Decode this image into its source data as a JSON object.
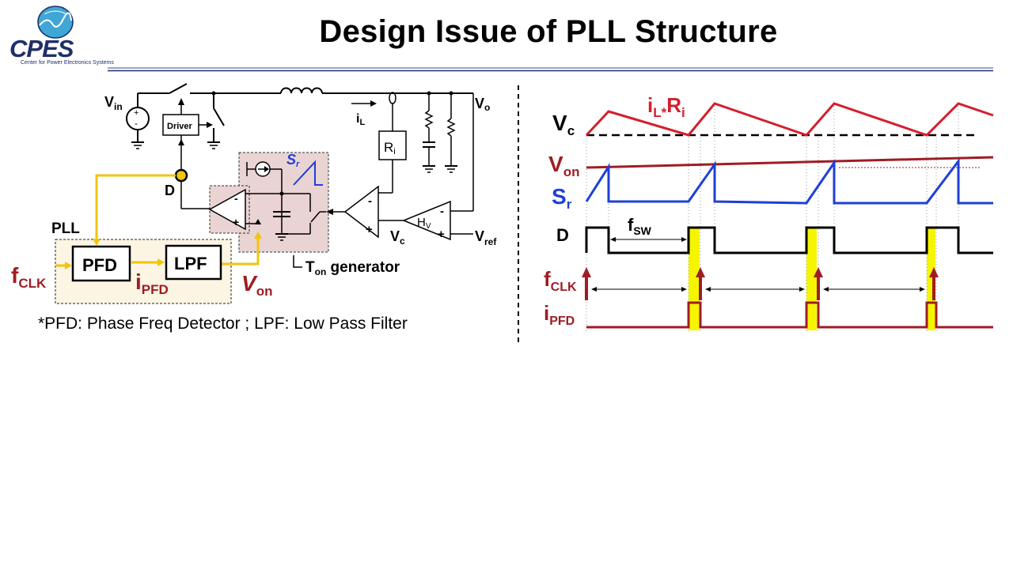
{
  "header": {
    "title": "Design Issue of PLL Structure",
    "logo_text": "CPES",
    "logo_subtitle": "Center for Power Electronics Systems"
  },
  "circuit": {
    "vin_label": "V",
    "vin_sub": "in",
    "vo_label": "V",
    "vo_sub": "o",
    "driver_label": "Driver",
    "il_label": "i",
    "il_sub": "L",
    "ri_label": "R",
    "ri_sub": "i",
    "d_label": "D",
    "sr_label": "S",
    "sr_sub": "r",
    "vc_label": "V",
    "vc_sub": "c",
    "hv_label": "H",
    "hv_sub": "V",
    "vref_label": "V",
    "vref_sub": "ref",
    "pll_label": "PLL",
    "pfd_label": "PFD",
    "lpf_label": "LPF",
    "fclk_label": "f",
    "fclk_sub": "CLK",
    "ipfd_label": "i",
    "ipfd_sub": "PFD",
    "von_label": "V",
    "von_sub": "on",
    "ton_label": "T",
    "ton_sub": "on",
    "ton_suffix": " generator",
    "minus": "-",
    "plus": "+"
  },
  "footnote": "*PFD: Phase Freq Detector ; LPF: Low Pass Filter",
  "waveforms": {
    "vc_label": "V",
    "vc_sub": "c",
    "ilri_label_a": "i",
    "ilri_sub_a": "L*",
    "ilri_label_b": "R",
    "ilri_sub_b": "i",
    "von_label": "V",
    "von_sub": "on",
    "sr_label": "S",
    "sr_sub": "r",
    "d_label": "D",
    "fsw_label": "f",
    "fsw_sub": "SW",
    "fclk_label": "f",
    "fclk_sub": "CLK",
    "ipfd_label": "i",
    "ipfd_sub": "PFD"
  },
  "colors": {
    "logo_blue": "#1f2f6a",
    "accent_red": "#a01c24",
    "bright_red": "#d41f2d",
    "blue": "#1f3fd6",
    "yellow": "#f1c40f",
    "highlight_yellow": "#f5f500",
    "pll_fill": "#fdf5e4",
    "ton_fill": "#ead3d3"
  }
}
